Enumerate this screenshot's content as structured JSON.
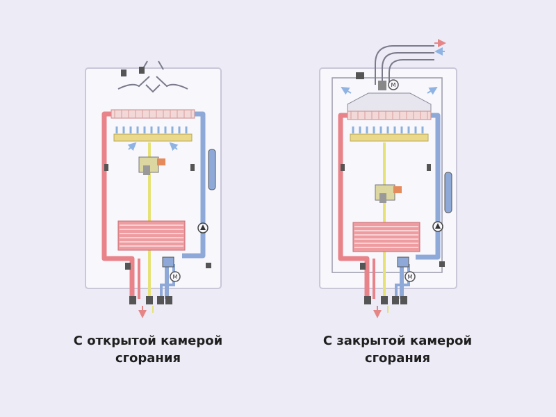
{
  "captions": {
    "open": {
      "line1": "С открытой камерой",
      "line2": "сгорания"
    },
    "closed": {
      "line1": "С закрытой камерой",
      "line2": "сгорания"
    }
  },
  "colors": {
    "background": "#ecebf6",
    "casing": "#f7f7fc",
    "casing_border": "#c9c7d8",
    "hot_pipe": "#e8838a",
    "cold_pipe": "#8ea9d8",
    "gas_pipe": "#e6e277",
    "burner": "#ead98a",
    "heat_exchanger": "#e8949a",
    "air_arrow": "#8fb4e3",
    "flue_out_arrow": "#e58585"
  },
  "icons": [
    "pump-icon",
    "motor-valve-icon",
    "gas-valve-icon",
    "expansion-tank-icon",
    "fan-icon",
    "sensor-icon"
  ]
}
